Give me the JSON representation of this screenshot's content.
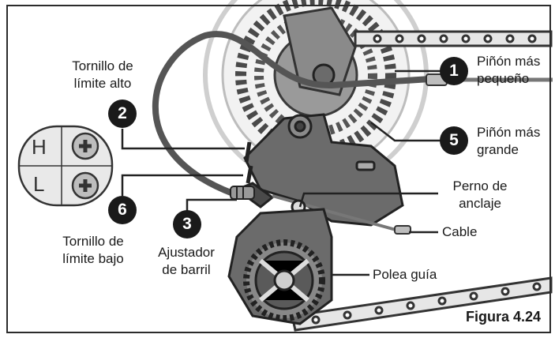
{
  "figure_label": "Figura 4.24",
  "inset": {
    "top_letter": "H",
    "bottom_letter": "L"
  },
  "callouts": [
    {
      "number": "1",
      "label_line1": "Piñón más",
      "label_line2": "pequeño"
    },
    {
      "number": "2",
      "label_line1": "Tornillo de",
      "label_line2": "límite alto"
    },
    {
      "number": "3",
      "label_line1": "Ajustador",
      "label_line2": "de barril"
    },
    {
      "number": "5",
      "label_line1": "Piñón más",
      "label_line2": "grande"
    },
    {
      "number": "6",
      "label_line1": "Tornillo de",
      "label_line2": "límite bajo"
    }
  ],
  "labels": {
    "anchor_bolt_line1": "Perno de",
    "anchor_bolt_line2": "anclaje",
    "cable": "Cable",
    "guide_pulley": "Polea guía"
  },
  "colors": {
    "ink": "#1a1a1a",
    "metal": "#6b6b6b",
    "metal_dark": "#3f3f3f",
    "line": "#222222"
  }
}
